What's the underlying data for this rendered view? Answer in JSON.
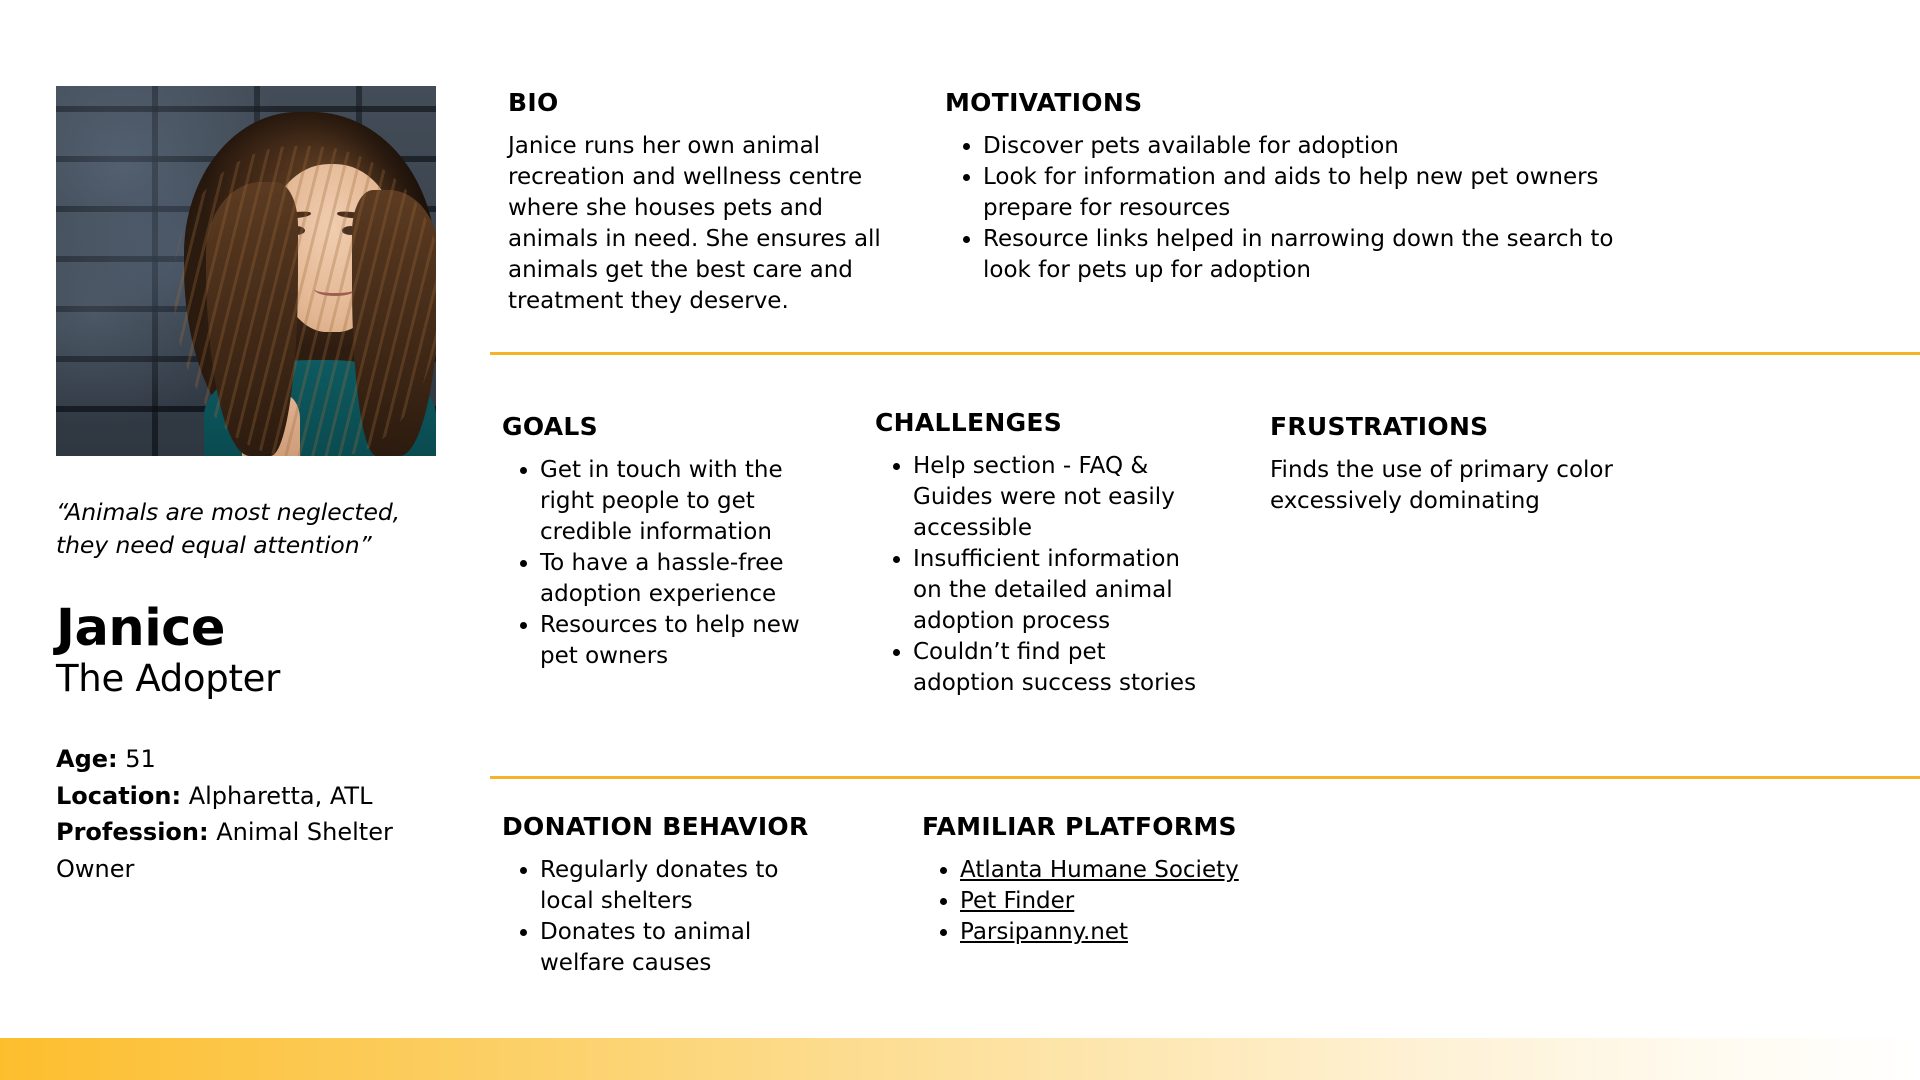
{
  "persona": {
    "quote": "“Animals are most neglected, they need equal attention”",
    "name": "Janice",
    "role": "The Adopter",
    "meta": {
      "age_label": "Age:",
      "age_value": "51",
      "location_label": "Location:",
      "location_value": "Alpharetta, ATL",
      "profession_label": "Profession:",
      "profession_value": "Animal Shelter Owner"
    },
    "photo_alt": "Portrait photo of Janice in front of a dark painted brick wall"
  },
  "sections": {
    "bio": {
      "title": "BIO",
      "body": "Janice runs her own animal recreation and wellness centre where she houses pets and animals in need. She ensures all animals get the best care and treatment they deserve."
    },
    "motivations": {
      "title": "MOTIVATIONS",
      "items": [
        "Discover pets available for adoption",
        "Look for information and aids to help new pet owners prepare for resources",
        "Resource links helped in narrowing down the search to look for pets up for adoption"
      ]
    },
    "goals": {
      "title": "GOALS",
      "items": [
        "Get in touch with the right people to get credible information",
        "To have a hassle-free adoption experience",
        "Resources to help new pet owners"
      ]
    },
    "challenges": {
      "title": "CHALLENGES",
      "items": [
        "Help section - FAQ & Guides were not easily accessible",
        "Insufficient information on the detailed animal adoption process",
        "Couldn’t find pet adoption success stories"
      ]
    },
    "frustrations": {
      "title": "FRUSTRATIONS",
      "body": "Finds the use of primary color excessively dominating"
    },
    "donation_behavior": {
      "title": "DONATION BEHAVIOR",
      "items": [
        "Regularly donates to local shelters",
        "Donates to animal welfare causes"
      ]
    },
    "familiar_platforms": {
      "title": "FAMILIAR PLATFORMS",
      "items": [
        "Atlanta Humane Society",
        "Pet Finder",
        "Parsipanny.net"
      ]
    }
  },
  "colors": {
    "accent": "#F5B427",
    "bottom_bar_start": "#FDBE2E",
    "bottom_bar_end": "#FFFFFF",
    "text": "#000000",
    "background": "#FFFFFF"
  }
}
